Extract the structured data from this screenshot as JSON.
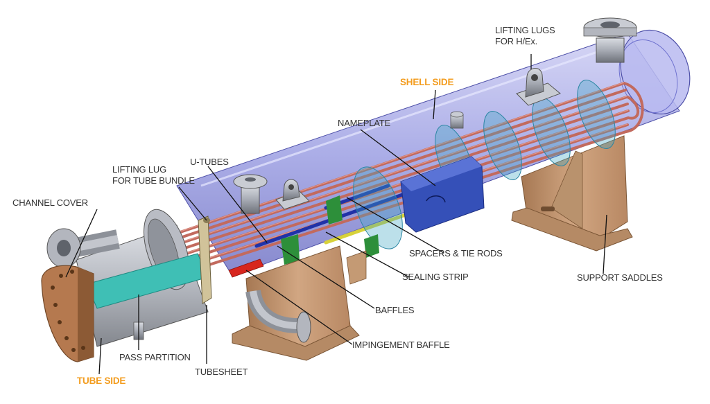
{
  "colors": {
    "side_label": "#f39c1e",
    "label_text": "#333333",
    "leader": "#111111",
    "shell_glass": "#8f92df",
    "tubes": "#c26a5e",
    "saddle": "#c49a74",
    "pass_partition": "#3fbfb5",
    "baffle": "#3fa5c4",
    "nameplate": "#3550b8",
    "channel_cover": "#b5794f",
    "tie_rod_blue": "#2032a8",
    "sealing_strip": "#d8d23a",
    "impingement": "#d7261e"
  },
  "labels": {
    "lifting_lugs_hex": [
      "LIFTING LUGS",
      "FOR H/Ex."
    ],
    "shell_side": "SHELL SIDE",
    "nameplate": "NAMEPLATE",
    "u_tubes": "U-TUBES",
    "lifting_lug_bundle": [
      "LIFTING LUG",
      "FOR TUBE BUNDLE"
    ],
    "channel_cover": "CHANNEL COVER",
    "spacers_tie_rods": "SPACERS & TIE RODS",
    "sealing_strip": "SEALING STRIP",
    "support_saddles": "SUPPORT SADDLES",
    "baffles": "BAFFLES",
    "impingement_baffle": "IMPINGEMENT BAFFLE",
    "pass_partition": "PASS PARTITION",
    "tubesheet": "TUBESHEET",
    "tube_side": "TUBE SIDE"
  }
}
